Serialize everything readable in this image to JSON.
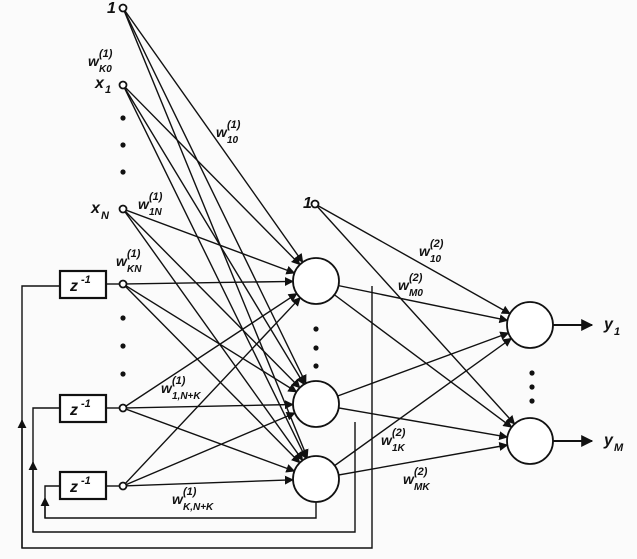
{
  "inputs": {
    "bias_label": "1",
    "x1_label": "x",
    "x1_sub": "1",
    "xN_label": "x",
    "xN_sub": "N"
  },
  "delay": {
    "label": "z",
    "exponent": "-1"
  },
  "hidden_bias_label": "1",
  "outputs": {
    "y1_label": "y",
    "y1_sub": "1",
    "yM_label": "y",
    "yM_sub": "M"
  },
  "weights": {
    "wK0": {
      "base": "w",
      "sup": "(1)",
      "sub": "K0"
    },
    "w10_1": {
      "base": "w",
      "sup": "(1)",
      "sub": "10"
    },
    "w1N": {
      "base": "w",
      "sup": "(1)",
      "sub": "1N"
    },
    "wKN": {
      "base": "w",
      "sup": "(1)",
      "sub": "KN"
    },
    "w1NK": {
      "base": "w",
      "sup": "(1)",
      "sub": "1,N+K"
    },
    "wKNK": {
      "base": "w",
      "sup": "(1)",
      "sub": "K,N+K"
    },
    "w10_2": {
      "base": "w",
      "sup": "(2)",
      "sub": "10"
    },
    "wM0": {
      "base": "w",
      "sup": "(2)",
      "sub": "M0"
    },
    "w1K": {
      "base": "w",
      "sup": "(2)",
      "sub": "1K"
    },
    "wMK": {
      "base": "w",
      "sup": "(2)",
      "sub": "MK"
    }
  }
}
